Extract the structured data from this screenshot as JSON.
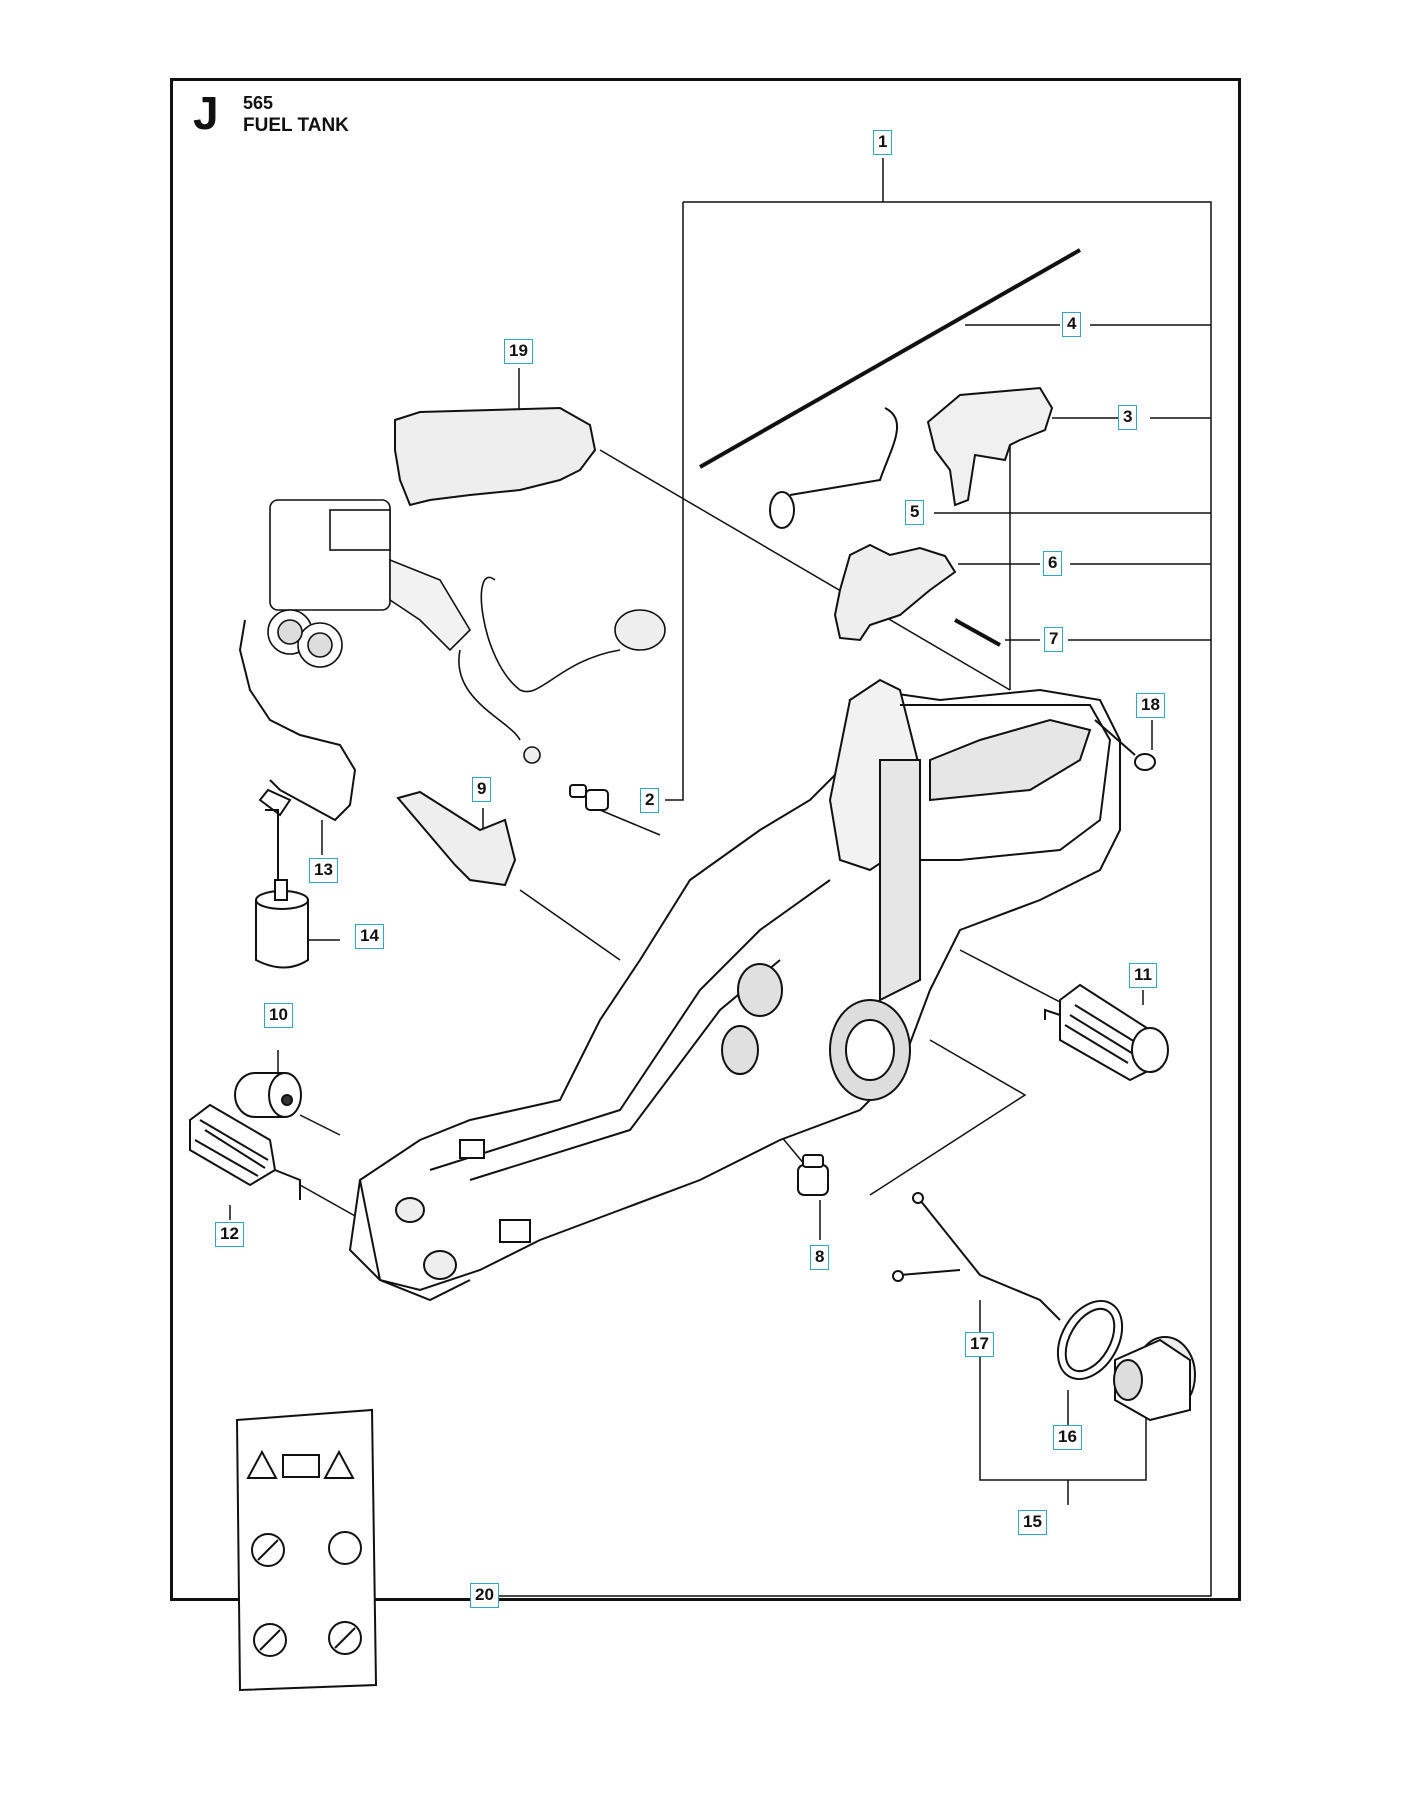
{
  "header": {
    "section_letter": "J",
    "model": "565",
    "title": "FUEL TANK"
  },
  "callouts": [
    {
      "id": "c1",
      "label": "1",
      "boxed": true
    },
    {
      "id": "c2",
      "label": "2",
      "boxed": true
    },
    {
      "id": "c3",
      "label": "3",
      "boxed": true
    },
    {
      "id": "c4",
      "label": "4",
      "boxed": true
    },
    {
      "id": "c5",
      "label": "5",
      "boxed": true
    },
    {
      "id": "c6",
      "label": "6",
      "boxed": true
    },
    {
      "id": "c7",
      "label": "7",
      "boxed": true
    },
    {
      "id": "c8",
      "label": "8",
      "boxed": true
    },
    {
      "id": "c9",
      "label": "9",
      "boxed": true
    },
    {
      "id": "c10",
      "label": "10",
      "boxed": true
    },
    {
      "id": "c11",
      "label": "11",
      "boxed": true
    },
    {
      "id": "c12",
      "label": "12",
      "boxed": true
    },
    {
      "id": "c13",
      "label": "13",
      "boxed": true
    },
    {
      "id": "c14",
      "label": "14",
      "boxed": true
    },
    {
      "id": "c15",
      "label": "15",
      "boxed": true
    },
    {
      "id": "c16",
      "label": "16",
      "boxed": true
    },
    {
      "id": "c17",
      "label": "17",
      "boxed": true
    },
    {
      "id": "c18",
      "label": "18",
      "boxed": true
    },
    {
      "id": "c19",
      "label": "19",
      "boxed": true
    },
    {
      "id": "c20",
      "label": "20",
      "boxed": true
    }
  ],
  "colors": {
    "line": "#111111",
    "callout_border": "#2aa7c9",
    "part_fill": "#ffffff",
    "shade": "#d9d9d9"
  }
}
